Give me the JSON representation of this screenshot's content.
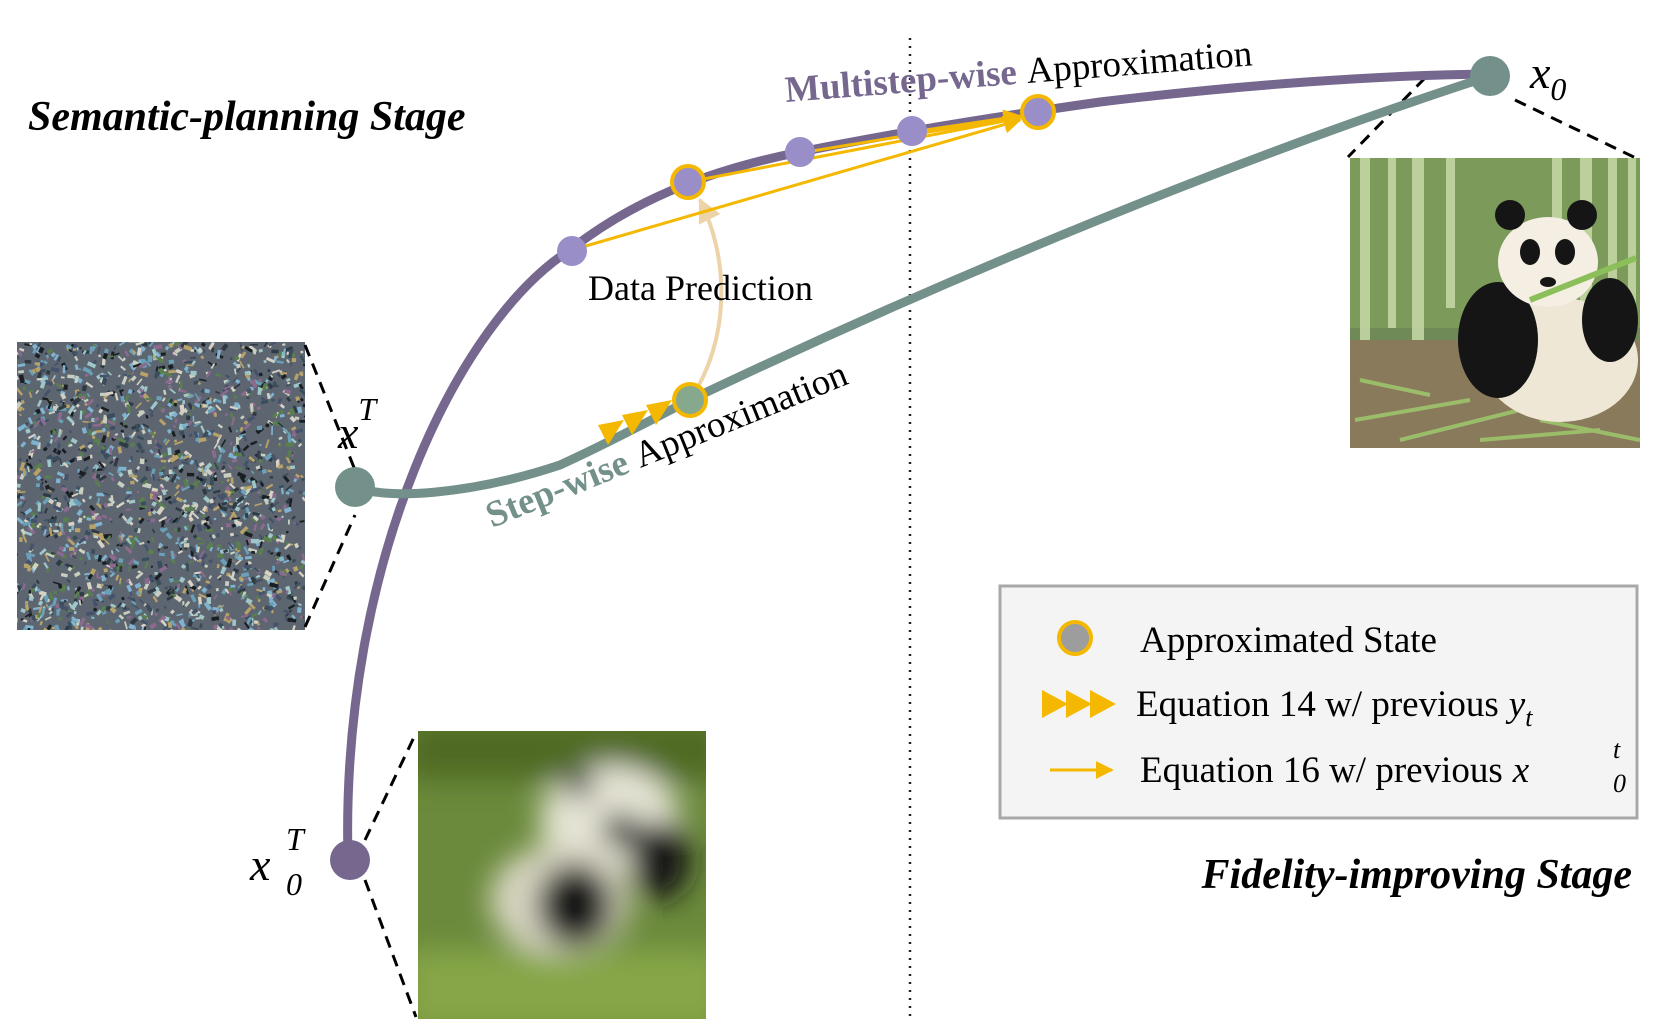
{
  "stages": {
    "semantic": "Semantic-planning Stage",
    "fidelity": "Fidelity-improving Stage"
  },
  "paths": {
    "multistep_bold": "Multistep-wise",
    "multistep_rest": "Approximation",
    "stepwise_bold": "Step-wise",
    "stepwise_rest": "Approximation",
    "data_prediction": "Data Prediction"
  },
  "nodes": {
    "x0": {
      "base": "x",
      "sub": "0"
    },
    "xT": {
      "base": "x",
      "sup": "T"
    },
    "x0T": {
      "base": "x",
      "sup": "T",
      "sub": "0"
    }
  },
  "legend": {
    "item1": "Approximated State",
    "item2_text": "Equation 14 w/ previous",
    "item2_var": "y",
    "item2_sub": "t",
    "item3_text": "Equation 16 w/ previous",
    "item3_var": "x",
    "item3_sup": "t",
    "item3_sub": "0"
  },
  "colors": {
    "multistep": "#76678f",
    "stepwise": "#74908a",
    "node_purple": "#9a8ec8",
    "approx_ring": "#f5b800",
    "arrow_yellow": "#f5b800",
    "arc_tan": "#ecd3a8",
    "legend_bg": "#f4f4f4",
    "legend_border": "#a8a8a8"
  }
}
